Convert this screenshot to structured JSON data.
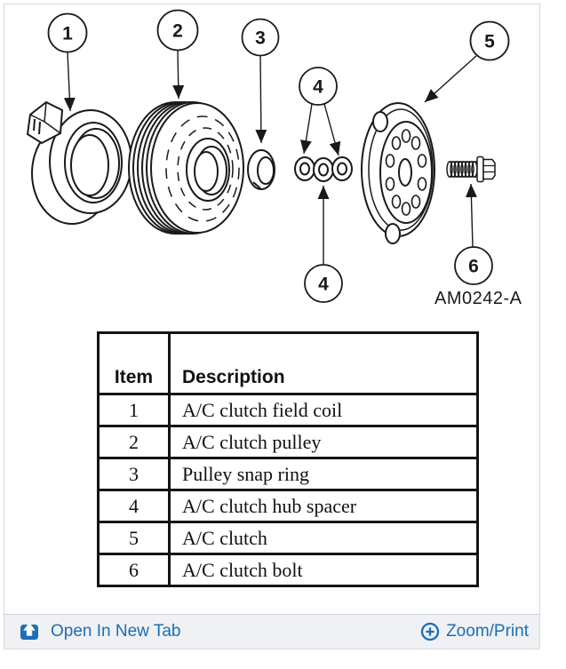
{
  "figure": {
    "diagram_code": "AM0242-A",
    "callouts": [
      {
        "label": "1"
      },
      {
        "label": "2"
      },
      {
        "label": "3"
      },
      {
        "label": "4"
      },
      {
        "label": "5"
      },
      {
        "label": "4"
      },
      {
        "label": "6"
      }
    ]
  },
  "parts_table": {
    "headers": {
      "item": "Item",
      "description": "Description"
    },
    "rows": [
      {
        "item": "1",
        "description": "A/C clutch field coil"
      },
      {
        "item": "2",
        "description": "A/C clutch pulley"
      },
      {
        "item": "3",
        "description": "Pulley snap ring"
      },
      {
        "item": "4",
        "description": "A/C clutch hub spacer"
      },
      {
        "item": "5",
        "description": "A/C clutch"
      },
      {
        "item": "6",
        "description": "A/C clutch bolt"
      }
    ]
  },
  "toolbar": {
    "open_in_new_tab_label": "Open In New Tab",
    "zoom_print_label": "Zoom/Print"
  },
  "colors": {
    "link_blue": "#1d6eb5",
    "toolbar_bg": "#eff1f4",
    "ink": "#1a1a1a",
    "panel_border": "#d6d8db"
  }
}
